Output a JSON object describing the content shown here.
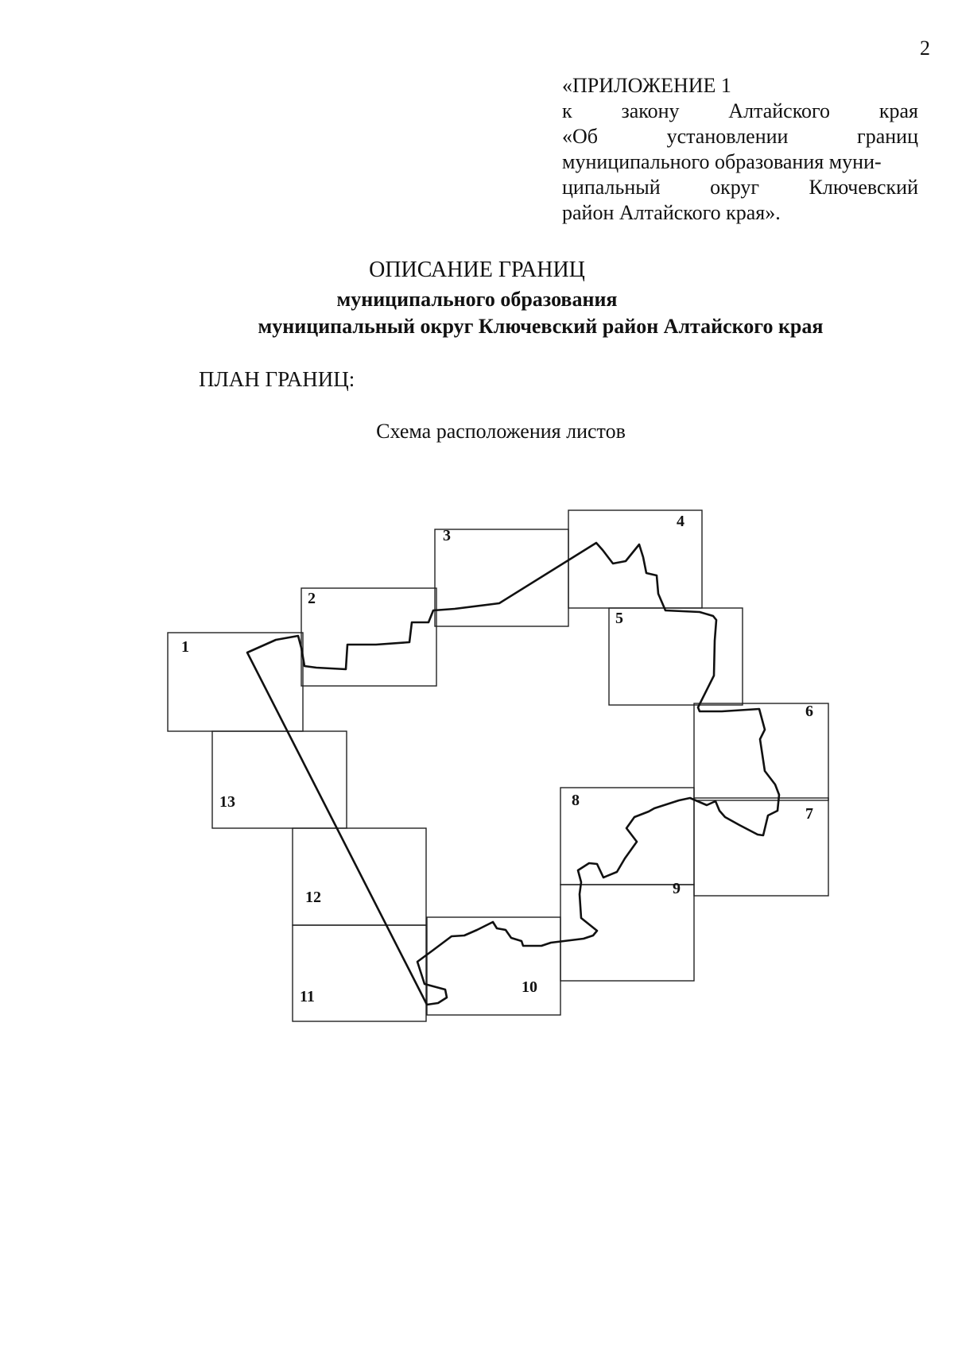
{
  "page_number": "2",
  "appendix": {
    "title": "«ПРИЛОЖЕНИЕ 1",
    "lines": [
      "к закону Алтайского края",
      "«Об установлении границ",
      "муниципального образования муни-",
      "ципальный округ Ключевский",
      "район Алтайского края»."
    ]
  },
  "document": {
    "title": "ОПИСАНИЕ ГРАНИЦ",
    "subtitle_line1": "муниципального образования",
    "subtitle_line2": "муниципальный округ Ключевский район Алтайского края",
    "plan_label": "ПЛАН ГРАНИЦ:"
  },
  "scheme": {
    "caption": "Схема расположения листов",
    "sheets": [
      {
        "label": "1"
      },
      {
        "label": "2"
      },
      {
        "label": "3"
      },
      {
        "label": "4"
      },
      {
        "label": "5"
      },
      {
        "label": "6"
      },
      {
        "label": "7"
      },
      {
        "label": "8"
      },
      {
        "label": "9"
      },
      {
        "label": "10"
      },
      {
        "label": "11"
      },
      {
        "label": "12"
      },
      {
        "label": "13"
      }
    ]
  }
}
